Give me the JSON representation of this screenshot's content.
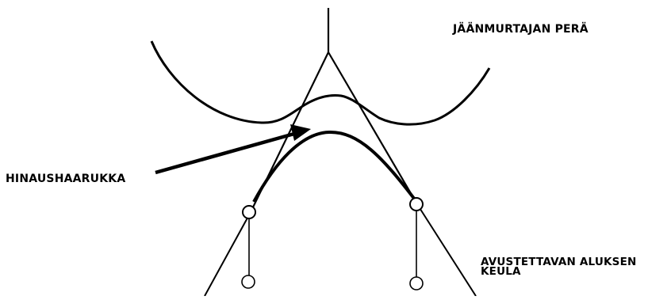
{
  "labels": {
    "icebreaker_stern": "JÄÄNMURTAJAN PERÄ",
    "towing_fork": "HINAUSHAARUKKA",
    "assisted_bow_line1": "AVUSTETTAVAN ALUKSEN",
    "assisted_bow_line2": "KEULA"
  },
  "colors": {
    "stroke": "#000000",
    "background": "#ffffff"
  }
}
